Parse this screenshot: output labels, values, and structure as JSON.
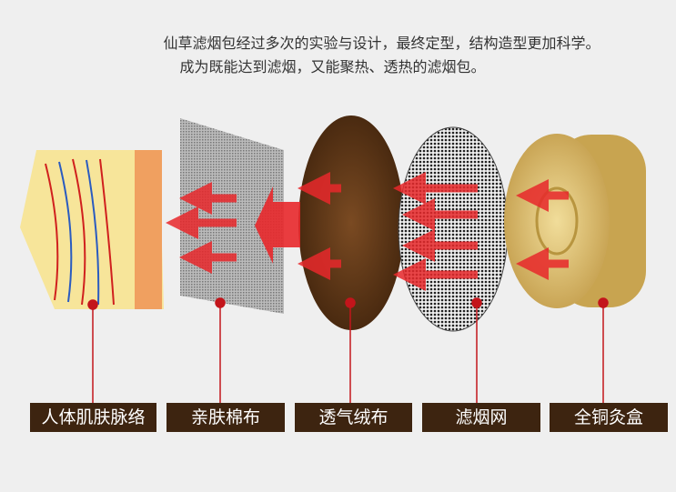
{
  "heading": {
    "line1": "仙草滤烟包经过多次的实验与设计，最终定型，结构造型更加科学。",
    "line2": "成为既能达到滤烟，又能聚热、透热的滤烟包。"
  },
  "layers": [
    {
      "label": "人体肌肤脉络",
      "icon": "skin-tissue-icon"
    },
    {
      "label": "亲肤棉布",
      "icon": "cotton-cloth-icon"
    },
    {
      "label": "透气绒布",
      "icon": "velvet-cloth-icon"
    },
    {
      "label": "滤烟网",
      "icon": "filter-mesh-icon"
    },
    {
      "label": "全铜灸盒",
      "icon": "copper-box-icon"
    }
  ],
  "colors": {
    "label_bg": "#3d2410",
    "arrow": "#e8282b",
    "pointer": "#c3151b",
    "copper": "#d9bc6c"
  }
}
